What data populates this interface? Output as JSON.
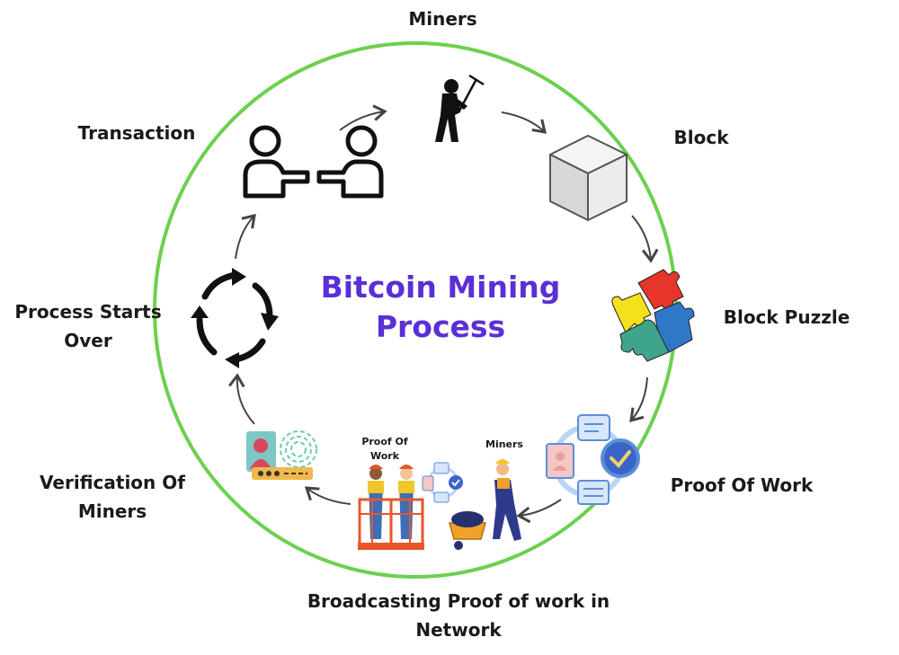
{
  "title": {
    "line1": "Bitcoin Mining",
    "line2": "Process",
    "color": "#5b2fd6"
  },
  "ring_color": "#6cd04f",
  "steps": [
    {
      "label": "Miners",
      "icon": "miner-with-pickaxe-icon"
    },
    {
      "label": "Block",
      "icon": "cube-icon"
    },
    {
      "label": "Block Puzzle",
      "icon": "puzzle-pieces-icon"
    },
    {
      "label": "Proof Of Work",
      "icon": "verification-cycle-icon"
    },
    {
      "label_line1": "Broadcasting Proof of work in",
      "label_line2": "Network",
      "icon": "workers-icon"
    },
    {
      "label_line1": "Verification Of",
      "label_line2": "Miners",
      "icon": "fingerprint-id-icon"
    },
    {
      "label_line1": "Process Starts",
      "label_line2": "Over",
      "icon": "cycle-arrows-icon"
    },
    {
      "label": "Transaction",
      "icon": "handshake-people-icon"
    }
  ],
  "inner_labels": {
    "proof_of_work_line1": "Proof Of",
    "proof_of_work_line2": "Work",
    "miners": "Miners"
  }
}
